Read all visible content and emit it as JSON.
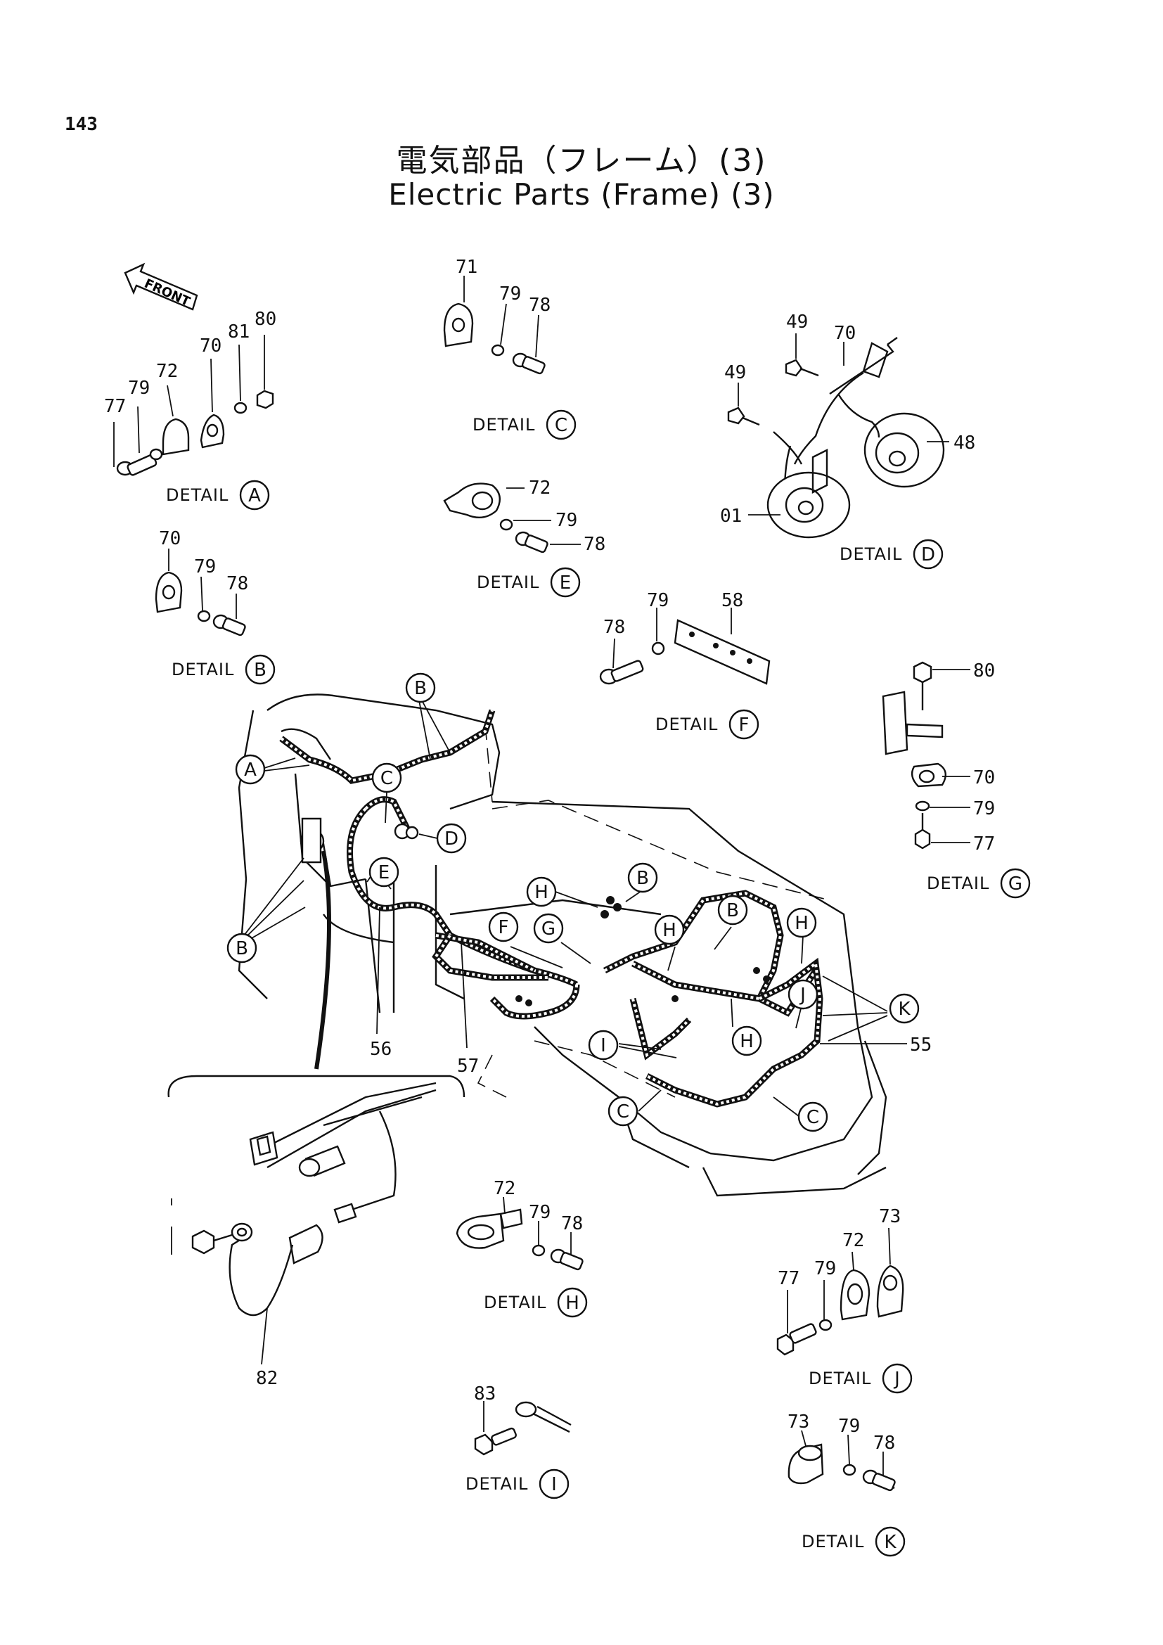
{
  "page": {
    "number": "143",
    "title_jp": "電気部品（フレーム）(3)",
    "title_en": "Electric Parts (Frame) (3)"
  },
  "front_label": "FRONT",
  "detail_word": "DETAIL",
  "details": {
    "A": {
      "letter": "A",
      "parts": [
        "77",
        "79",
        "72",
        "70",
        "81",
        "80"
      ]
    },
    "B": {
      "letter": "B",
      "parts": [
        "70",
        "79",
        "78"
      ]
    },
    "C": {
      "letter": "C",
      "parts": [
        "71",
        "79",
        "78"
      ]
    },
    "D": {
      "letter": "D",
      "parts": [
        "49",
        "70",
        "49",
        "48",
        "01"
      ]
    },
    "E": {
      "letter": "E",
      "parts": [
        "72",
        "79",
        "78"
      ]
    },
    "F": {
      "letter": "F",
      "parts": [
        "78",
        "79",
        "58"
      ]
    },
    "G": {
      "letter": "G",
      "parts": [
        "80",
        "70",
        "79",
        "77"
      ]
    },
    "H": {
      "letter": "H",
      "parts": [
        "72",
        "79",
        "78"
      ]
    },
    "I": {
      "letter": "I",
      "parts": [
        "83"
      ]
    },
    "J": {
      "letter": "J",
      "parts": [
        "77",
        "79",
        "72",
        "73"
      ]
    },
    "K": {
      "letter": "K",
      "parts": [
        "73",
        "79",
        "78"
      ]
    }
  },
  "main": {
    "parts": [
      "56",
      "57",
      "55",
      "82"
    ],
    "callouts": [
      "A",
      "B",
      "C",
      "D",
      "E",
      "B",
      "F",
      "G",
      "H",
      "H",
      "B",
      "B",
      "H",
      "J",
      "K",
      "I",
      "H",
      "C",
      "C"
    ]
  }
}
